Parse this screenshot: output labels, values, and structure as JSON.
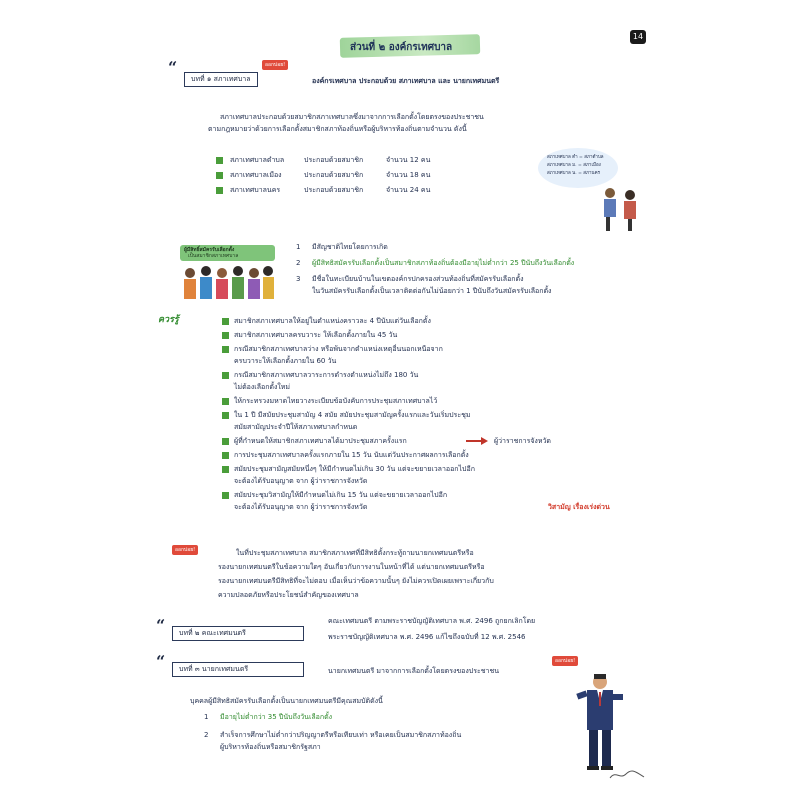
{
  "page_number": "14",
  "title": "ส่วนที่ ๒  องค์กรเทศบาล",
  "sec1": {
    "tag": "ออกบ่อย!",
    "label": "บทที่ ๑  สภาเทศบาล",
    "heading": "องค์กรเทศบาล ประกอบด้วย สภาเทศบาล และ นายกเทศมนตรี",
    "para1": "สภาเทศบาลประกอบด้วยสมาชิกสภาเทศบาลซึ่งมาจากการเลือกตั้งโดยตรงของประชาชน",
    "para2": "ตามกฎหมายว่าด้วยการเลือกตั้งสมาชิกสภาท้องถิ่นหรือผู้บริหารท้องถิ่นตามจำนวน  ดังนี้",
    "members": [
      {
        "name": "สภาเทศบาลตำบล",
        "desc": "ประกอบด้วยสมาชิก",
        "count": "จำนวน 12  คน"
      },
      {
        "name": "สภาเทศบาลเมือง",
        "desc": "ประกอบด้วยสมาชิก",
        "count": "จำนวน 18  คน"
      },
      {
        "name": "สภาเทศบาลนคร",
        "desc": "ประกอบด้วยสมาชิก",
        "count": "จำนวน 24  คน"
      }
    ],
    "cloud_lines": [
      "สภาเทศบาล  ตำ  =  สภาตำบล",
      "สภาเทศบาล  ม.  =  สภาเมือง",
      "สภาเทศบาล  น.  =  สภานคร"
    ]
  },
  "eligibility": {
    "badge_line1": "ผู้มีสิทธิ์สมัครรับเลือกตั้ง",
    "badge_line2": "เป็นสมาชิกสภาเทศบาล",
    "items": [
      {
        "num": "1",
        "text": "มีสัญชาติไทยโดยการเกิด"
      },
      {
        "num": "2",
        "text": "ผู้มีสิทธิสมัครรับเลือกตั้งเป็นสมาชิกสภาท้องถิ่นต้องมีอายุไม่ต่ำกว่า 25 ปีนับถึงวันเลือกตั้ง"
      },
      {
        "num": "3",
        "text": "มีชื่อในทะเบียนบ้านในเขตองค์กรปกครองส่วนท้องถิ่นที่สมัครรับเลือกตั้ง"
      }
    ],
    "item3_cont": "ในวันสมัครรับเลือกตั้งเป็นเวลาติดต่อกันไม่น้อยกว่า 1 ปีนับถึงวันสมัครรับเลือกตั้ง"
  },
  "know": {
    "label": "ควรรู้",
    "items": [
      "สมาชิกสภาเทศบาลให้อยู่ในตำแหน่งคราวละ 4 ปีนับแต่วันเลือกตั้ง",
      "สมาชิกสภาเทศบาลครบวาระ ให้เลือกตั้งภายใน  45 วัน",
      "กรณีสมาชิกสภาเทศบาลว่าง  หรือพ้นจากตำแหน่งเหตุอื่นนอกเหนือจาก",
      "กรณีสมาชิกสภาเทศบาลวาระการดำรงตำแหน่งไม่ถึง    180 วัน",
      "ให้กระทรวงมหาดไทยวางระเบียบข้อบังคับการประชุมสภาเทศบาลไว้",
      "ใน 1  ปี  มีสมัยประชุมสามัญ  4  สมัย  สมัยประชุมสามัญครั้งแรกและวันเริ่มประชุม",
      "ผู้ที่กำหนดให้สมาชิกสภาเทศบาลได้มาประชุมสภาครั้งแรก",
      "การประชุมสภาเทศบาลครั้งแรกภายใน  15  วัน นับแต่วันประกาศผลการเลือกตั้ง",
      "สมัยประชุมสามัญสมัยหนึ่งๆ ให้มีกำหนดไม่เกิน  30 วัน  แต่จะขยายเวลาออกไปอีก",
      "สมัยประชุมวิสามัญให้มีกำหนดไม่เกิน 15 วัน  แต่จะขยายเวลาออกไปอีก"
    ],
    "cont3": "ครบวาระให้เลือกตั้งภายใน   60  วัน",
    "cont4": "ไม่ต้องเลือกตั้งใหม่",
    "cont6": "สมัยสามัญประจำปีให้สภาเทศบาลกำหนด",
    "arrow_target": "ผู้ว่าราชการจังหวัด",
    "cont9": "จะต้องได้รับอนุญาต  จาก  ผู้ว่าราชการจังหวัด",
    "cont10": "จะต้องได้รับอนุญาต  จาก  ผู้ว่าราชการจังหวัด",
    "footnote": "วิสามัญ  เรื่องเร่งด่วน"
  },
  "para_b": {
    "tag": "ออกบ่อย!",
    "lines": [
      "ในที่ประชุมสภาเทศบาล  สมาชิกสภาเทศที่มีสิทธิตั้งกระทู้ถามนายกเทศมนตรีหรือ",
      "รองนายกเทศมนตรีในข้อความใดๆ อันเกี่ยวกับการงานในหน้าที่ได้   แต่นายกเทศมนตรีหรือ",
      "รองนายกเทศมนตรีมีสิทธิที่จะไม่ตอบ  เมื่อเห็นว่าข้อความนั้นๆ  ยังไม่ควรเปิดเผยเพราะเกี่ยวกับ",
      "ความปลอดภัยหรือประโยชน์สำคัญของเทศบาล"
    ]
  },
  "sec2": {
    "label": "บทที่ ๒  คณะเทศมนตรี",
    "line1": "คณะเทศมนตรี ตามพระราชบัญญัติเทศบาล พ.ศ. 2496 ถูกยกเลิกโดย",
    "line2": "พระราชบัญญัติเทศบาล  พ.ศ. 2496  แก้ไขถึงฉบับที่  12 พ.ศ. 2546"
  },
  "sec3": {
    "tag": "ออกบ่อย!",
    "label": "บทที่ ๓  นายกเทศมนตรี",
    "line": "นายกเทศมนตรี มาจากการเลือกตั้งโดยตรงของประชาชน"
  },
  "mayor": {
    "intro": "บุคคลผู้มีสิทธิสมัครรับเลือกตั้งเป็นนายกเทศมนตรีมีคุณสมบัติดังนี้",
    "items": [
      {
        "num": "1",
        "text": "มีอายุไม่ต่ำกว่า  35  ปีนับถึงวันเลือกตั้ง"
      },
      {
        "num": "2",
        "text": "สำเร็จการศึกษาไม่ต่ำกว่าปริญญาตรีหรือเทียบเท่า  หรือเคยเป็นสมาชิกสภาท้องถิ่น"
      }
    ],
    "item2_cont": "ผู้บริหารท้องถิ่นหรือสมาชิกรัฐสภา"
  }
}
